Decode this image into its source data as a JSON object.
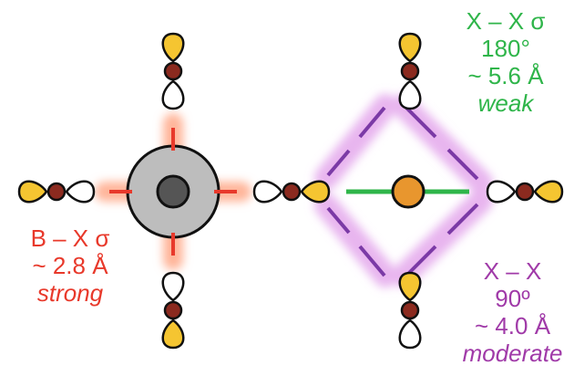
{
  "colors": {
    "lobe_filled": "#f5c531",
    "lobe_empty": "#ffffff",
    "outline": "#111111",
    "atom_x": "#8b2a1f",
    "ring": "#bdbdbd",
    "ring_core": "#555555",
    "core_b": "#e8962e",
    "bond_strong": "#e8392b",
    "bond_weak": "#2fb54a",
    "bond_moderate": "#7b3aa6",
    "glow_red": "#ffb59a",
    "glow_green": "#b8efb4",
    "glow_purple": "#e8b5ef"
  },
  "labels": {
    "weak": {
      "lines": [
        "X – X σ",
        "180°",
        "~ 5.6 Å",
        "weak"
      ],
      "color": "#2fb54a"
    },
    "strong": {
      "lines": [
        "B – X σ",
        "~ 2.8 Å",
        "strong"
      ],
      "color": "#e8392b"
    },
    "moderate": {
      "lines": [
        "X – X",
        "90º",
        "~ 4.0 Å",
        "moderate"
      ],
      "color": "#a03aa8"
    }
  }
}
